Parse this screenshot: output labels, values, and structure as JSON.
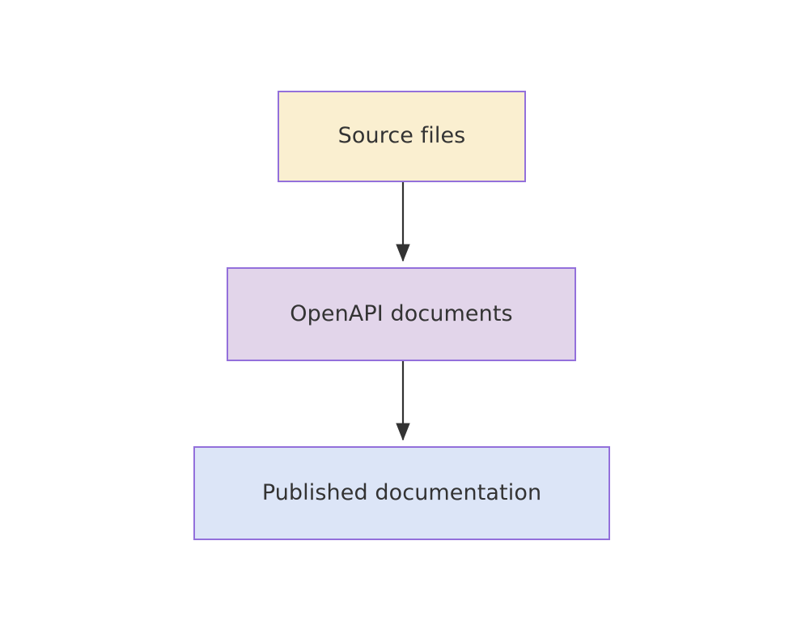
{
  "diagram": {
    "type": "flowchart",
    "direction": "top-to-bottom",
    "background_color": "#ffffff",
    "nodes": [
      {
        "id": "source-files",
        "label": "Source files",
        "fill_color": "#faefd0",
        "border_color": "#9370db",
        "text_color": "#333333"
      },
      {
        "id": "openapi-documents",
        "label": "OpenAPI documents",
        "fill_color": "#e2d5ea",
        "border_color": "#9370db",
        "text_color": "#333333"
      },
      {
        "id": "published-documentation",
        "label": "Published documentation",
        "fill_color": "#dce5f7",
        "border_color": "#9370db",
        "text_color": "#333333"
      }
    ],
    "edges": [
      {
        "id": "edge-source-to-openapi",
        "from": "source-files",
        "to": "openapi-documents",
        "label": "",
        "color": "#333333",
        "arrowhead": "filled-triangle"
      },
      {
        "id": "edge-openapi-to-published",
        "from": "openapi-documents",
        "to": "published-documentation",
        "label": "",
        "color": "#333333",
        "arrowhead": "filled-triangle"
      }
    ]
  }
}
